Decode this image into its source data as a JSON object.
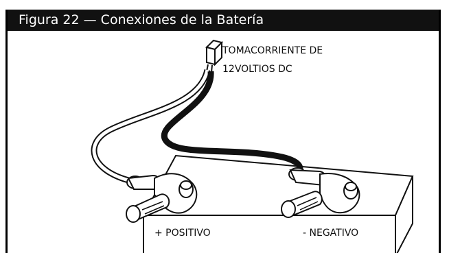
{
  "figure": {
    "title": "Figura 22 — Conexiones de la Batería"
  },
  "outlet": {
    "label_line1": "TOMACORRIENTE DE",
    "label_line2": "12VOLTIOS DC"
  },
  "battery": {
    "positive_label": "+ POSITIVO",
    "negative_label": "- NEGATIVO"
  },
  "colors": {
    "header_bg": "#111111",
    "header_text": "#ffffff",
    "line": "#111111"
  }
}
